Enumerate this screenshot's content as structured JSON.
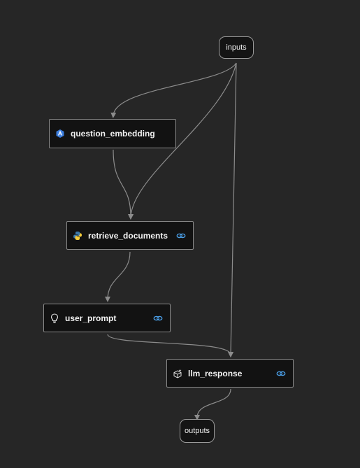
{
  "flow": {
    "inputs_label": "inputs",
    "outputs_label": "outputs",
    "nodes": [
      {
        "id": "question_embedding",
        "label": "question_embedding",
        "icon": "embedding-icon",
        "linked": false
      },
      {
        "id": "retrieve_documents",
        "label": "retrieve_documents",
        "icon": "python-icon",
        "linked": true
      },
      {
        "id": "user_prompt",
        "label": "user_prompt",
        "icon": "lightbulb-icon",
        "linked": true
      },
      {
        "id": "llm_response",
        "label": "llm_response",
        "icon": "llm-cube-icon",
        "linked": true
      }
    ]
  },
  "colors": {
    "background": "#262626",
    "node_fill": "#121212",
    "node_border": "#8a8a8a",
    "edge": "#8c8c8c",
    "link_icon": "#4a9fe8"
  }
}
